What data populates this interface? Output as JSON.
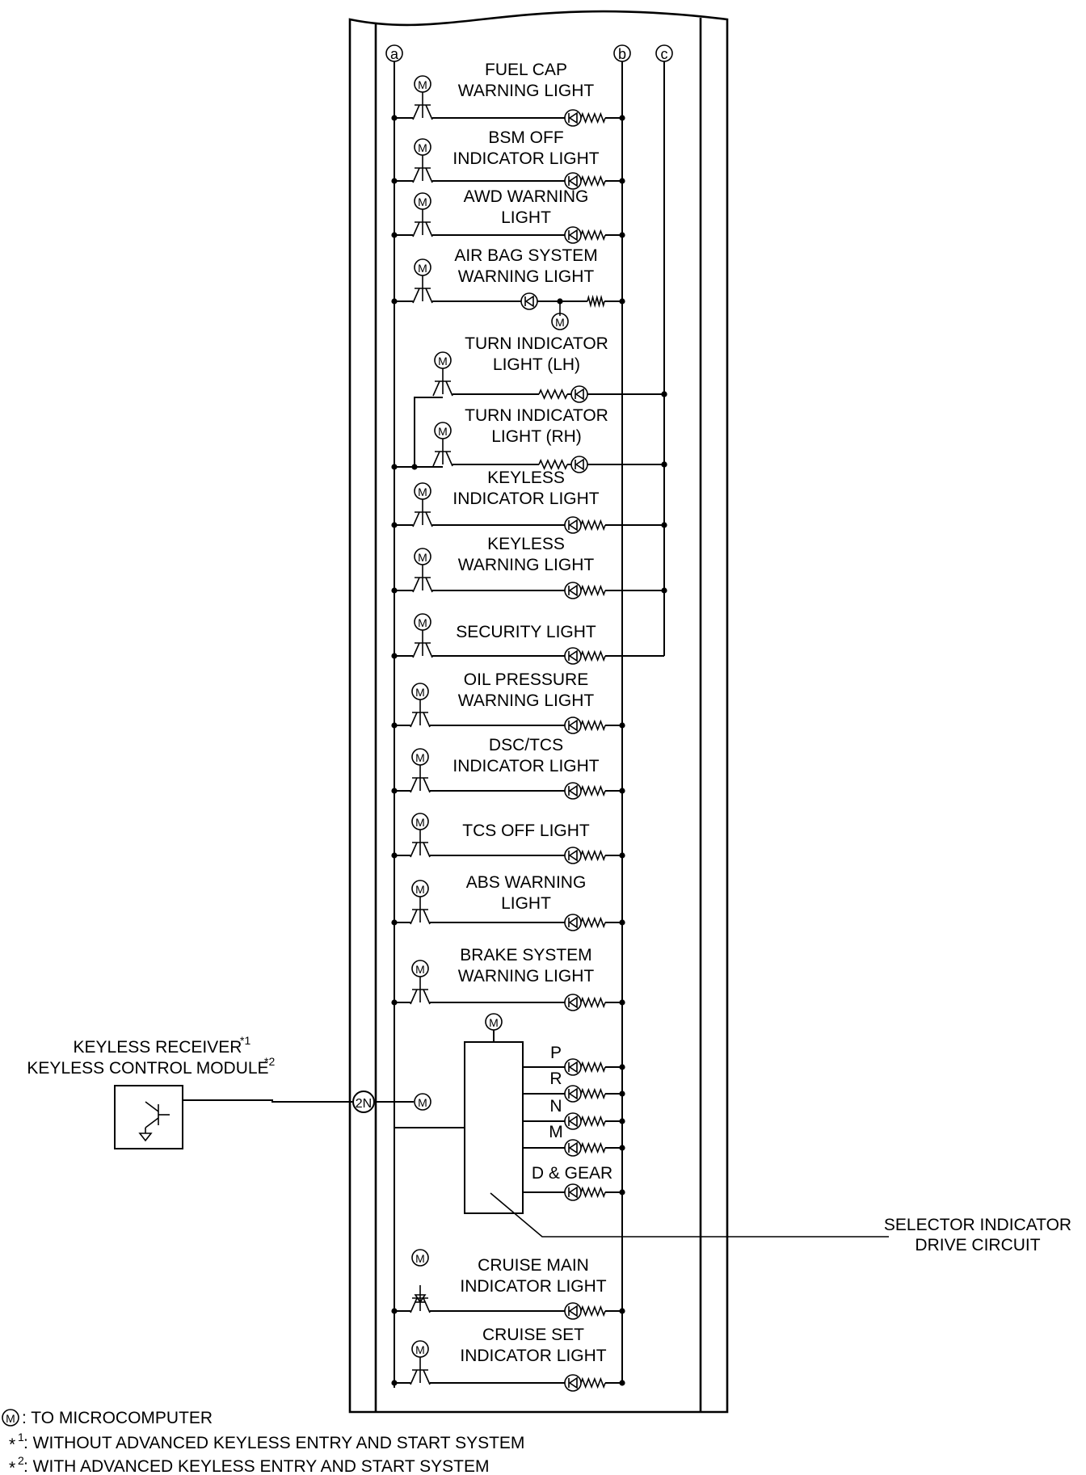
{
  "terminals": {
    "a": "a",
    "b": "b",
    "c": "c",
    "connector_2n": "2N"
  },
  "lights": [
    {
      "line1": "FUEL CAP",
      "line2": "WARNING LIGHT"
    },
    {
      "line1": "BSM OFF",
      "line2": "INDICATOR LIGHT"
    },
    {
      "line1": "AWD WARNING",
      "line2": "LIGHT"
    },
    {
      "line1": "AIR BAG SYSTEM",
      "line2": "WARNING LIGHT"
    },
    {
      "line1": "TURN INDICATOR",
      "line2": "LIGHT (LH)"
    },
    {
      "line1": "TURN INDICATOR",
      "line2": "LIGHT (RH)"
    },
    {
      "line1": "KEYLESS",
      "line2": "INDICATOR LIGHT"
    },
    {
      "line1": "KEYLESS",
      "line2": "WARNING LIGHT"
    },
    {
      "line1": "SECURITY LIGHT",
      "line2": ""
    },
    {
      "line1": "OIL PRESSURE",
      "line2": "WARNING LIGHT"
    },
    {
      "line1": "DSC/TCS",
      "line2": "INDICATOR LIGHT"
    },
    {
      "line1": "TCS OFF LIGHT",
      "line2": ""
    },
    {
      "line1": "ABS WARNING",
      "line2": "LIGHT"
    },
    {
      "line1": "BRAKE SYSTEM",
      "line2": "WARNING LIGHT"
    },
    {
      "line1": "CRUISE MAIN",
      "line2": "INDICATOR LIGHT"
    },
    {
      "line1": "CRUISE SET",
      "line2": "INDICATOR LIGHT"
    }
  ],
  "selector": {
    "positions": [
      "P",
      "R",
      "N",
      "M",
      "D & GEAR"
    ],
    "drive_circuit_line1": "SELECTOR INDICATOR",
    "drive_circuit_line2": "DRIVE CIRCUIT"
  },
  "keyless_module": {
    "line1": "KEYLESS RECEIVER",
    "line1_sup": "*1",
    "line2": "KEYLESS CONTROL MODULE",
    "line2_sup": "*2"
  },
  "micro_symbol": "M",
  "lamp_symbol": "K",
  "legend": {
    "m_text": ": TO MICROCOMPUTER",
    "note1_mark": "*",
    "note1_sup": "1",
    "note1_text": ": WITHOUT ADVANCED KEYLESS ENTRY AND START SYSTEM",
    "note2_mark": "*",
    "note2_sup": "2",
    "note2_text": ": WITH ADVANCED KEYLESS ENTRY AND START SYSTEM"
  }
}
